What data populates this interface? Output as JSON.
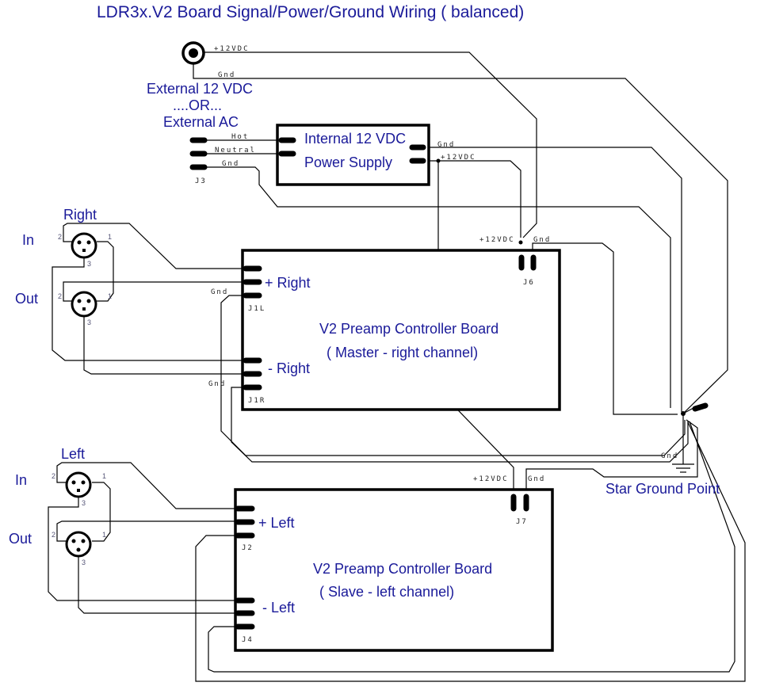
{
  "title": "LDR3x.V2 Board Signal/Power/Ground Wiring   ( balanced)",
  "power": {
    "external_lines": [
      "External 12 VDC",
      "....OR...",
      "External AC"
    ],
    "dc_jack_plus_label": "+12VDC",
    "dc_jack_gnd_label": "Gnd",
    "j3": {
      "label": "J3",
      "pins": [
        "Hot",
        "Neutral",
        "Gnd"
      ]
    },
    "psu": {
      "line1": "Internal 12 VDC",
      "line2": "Power Supply",
      "out_gnd": "Gnd",
      "out_plus": "+12VDC"
    }
  },
  "right": {
    "section_label": "Right",
    "in_label": "In",
    "out_label": "Out",
    "pins": {
      "p1": "1",
      "p2": "2",
      "p3": "3"
    },
    "board": {
      "title": "V2 Preamp Controller Board",
      "subtitle": "( Master - right channel)",
      "plus_label": "+ Right",
      "minus_label": "- Right",
      "j_plus": "J1L",
      "j_minus": "J1R",
      "gnd": "Gnd",
      "power_connector": "J6",
      "power_plus": "+12VDC",
      "power_gnd": "Gnd"
    }
  },
  "left": {
    "section_label": "Left",
    "in_label": "In",
    "out_label": "Out",
    "pins": {
      "p1": "1",
      "p2": "2",
      "p3": "3"
    },
    "board": {
      "title": "V2 Preamp Controller Board",
      "subtitle": "( Slave - left channel)",
      "plus_label": "+ Left",
      "minus_label": "- Left",
      "j_plus": "J2",
      "j_minus": "J4",
      "power_connector": "J7",
      "power_plus": "+12VDC",
      "power_gnd": "Gnd"
    }
  },
  "star_ground": {
    "label": "Star Ground Point",
    "gnd": "Gnd"
  },
  "colors": {
    "text_blue": "#1a1a99",
    "wire": "#000000"
  }
}
